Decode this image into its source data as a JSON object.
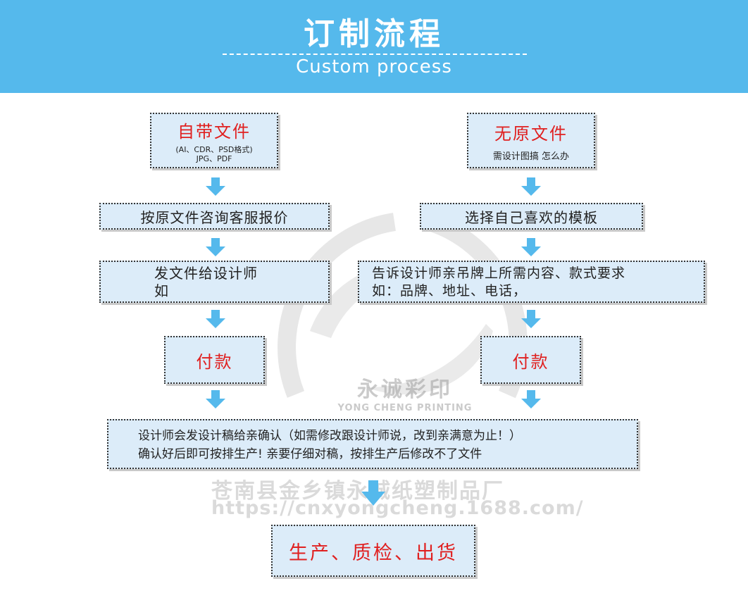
{
  "header": {
    "title": "订制流程",
    "subtitle": "Custom process",
    "bg_color": "#55b9ec"
  },
  "left": {
    "start_title": "自带文件",
    "start_note_1": "(AI、CDR、PSD格式)",
    "start_note_2": "JPG、PDF",
    "step1": "按原文件咨询客服报价",
    "step2_line1": "发文件给设计师",
    "step2_line2": "如",
    "pay": "付款"
  },
  "right": {
    "start_title": "无原文件",
    "start_note": "需设计图搞 怎么办",
    "step1": "选择自己喜欢的模板",
    "step2_line1": "告诉设计师亲吊牌上所需内容、款式要求",
    "step2_line2": "如：品牌、地址、电话，",
    "pay": "付款"
  },
  "merge": {
    "line1": "设计师会发设计稿给亲确认（如需修改跟设计师说，改到亲满意为止！）",
    "line2": "确认好后即可按排生产! 亲要仔细对稿，按排生产后修改不了文件"
  },
  "final": "生产、质检、出货",
  "watermark": {
    "brand": "永诚彩印",
    "brand_en": "YONG CHENG PRINTING",
    "company": "苍南县金乡镇永诚纸塑制品厂",
    "url": "https://cnxyongcheng.1688.com/"
  },
  "colors": {
    "box_fill": "#dcecf9",
    "arrow": "#55b9ec",
    "accent_red": "#e02020"
  }
}
